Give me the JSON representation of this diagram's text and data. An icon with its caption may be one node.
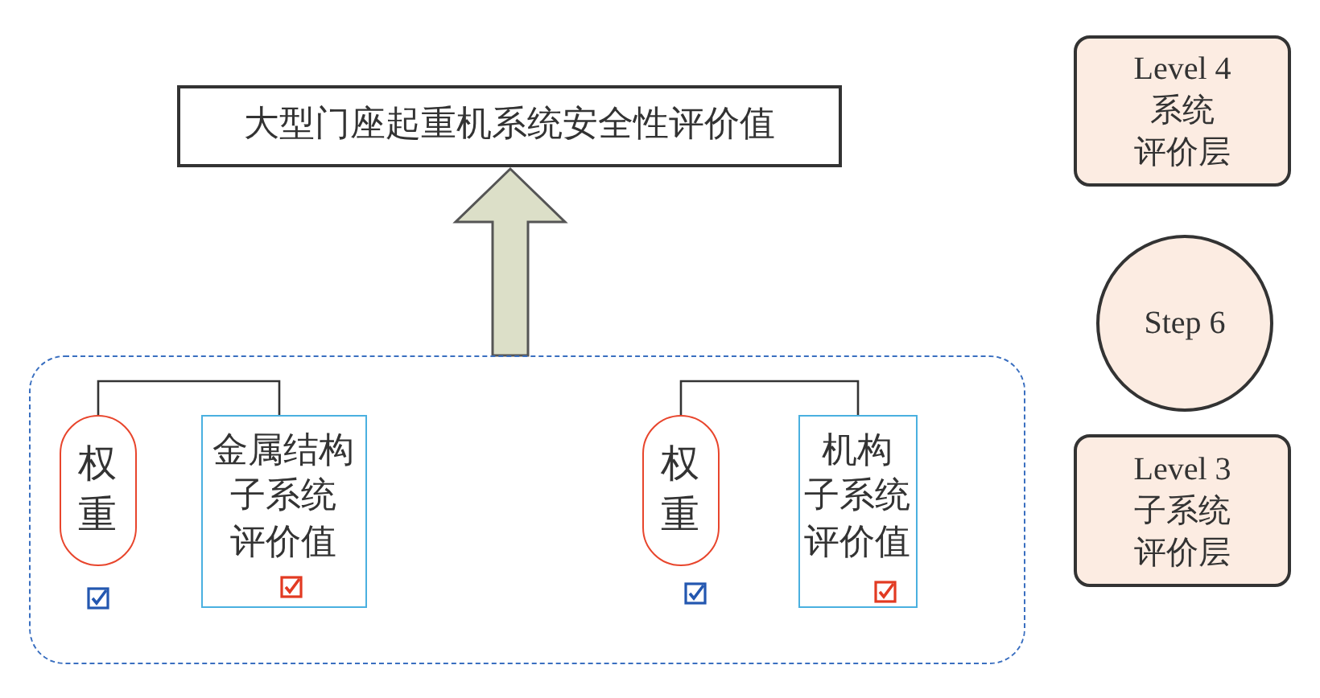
{
  "diagram": {
    "nodes": [
      {
        "text": [
          "大型门座起重机系统安全性评价值"
        ]
      },
      {
        "text": [],
        "shape": "box"
      },
      {
        "text": [
          "权重"
        ],
        "in": 1
      },
      {
        "text": [
          "金属结构子系统评价值"
        ],
        "in": 1
      },
      {
        "text": [
          "权重"
        ],
        "in": 1
      },
      {
        "text": [
          "机构子系统评价值"
        ],
        "in": 1
      },
      {
        "text": [
          "Level 4",
          "系统评价层"
        ]
      },
      {
        "text": [
          "Step 6"
        ]
      },
      {
        "text": [
          "Level 3",
          "子系统评价层"
        ]
      }
    ],
    "edges": [
      {
        "from": 1,
        "to": 0,
        "arrow": "to",
        "style": "thick"
      },
      {
        "from": 2,
        "to": 3,
        "arrow": "none"
      },
      {
        "from": 4,
        "to": 5,
        "arrow": "none"
      }
    ]
  }
}
